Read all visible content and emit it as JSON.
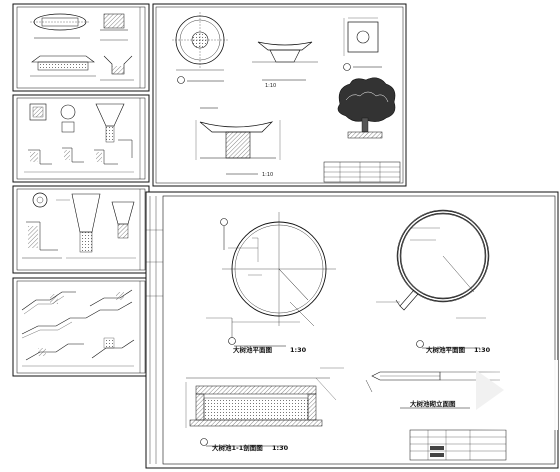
{
  "sheets": [
    {
      "id": "sheet-1",
      "kind": "thumbnail"
    },
    {
      "id": "sheet-2",
      "kind": "thumbnail"
    },
    {
      "id": "sheet-3",
      "kind": "thumbnail"
    },
    {
      "id": "sheet-4",
      "kind": "thumbnail"
    },
    {
      "id": "sheet-5",
      "kind": "detail"
    },
    {
      "id": "sheet-6",
      "kind": "main"
    }
  ],
  "labels": {
    "top_scale_1": "1:10",
    "top_scale_2": "1:10",
    "plan_view_title": "大树池平面图",
    "plan_view_scale": "1:30",
    "plan_view_2_title": "大树池平面图",
    "plan_view_2_scale": "1:30",
    "section_title": "大树池1-1剖面图",
    "section_scale": "1:30",
    "elevation_title": "大树池砌立面图"
  },
  "colors": {
    "ink": "#111111",
    "paper": "#ffffff",
    "hatch": "#444444",
    "fade": "#f4f4f4"
  }
}
